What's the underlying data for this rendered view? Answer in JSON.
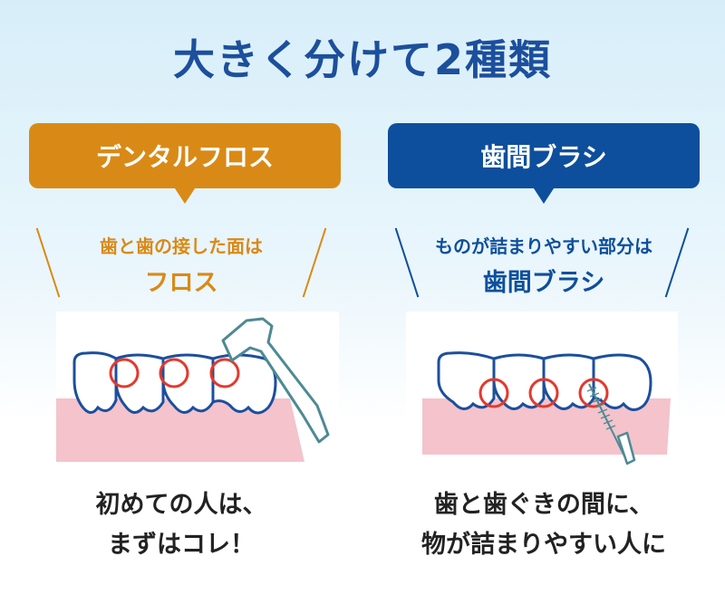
{
  "title": "大きく分けて2種類",
  "left": {
    "label": "デンタルフロス",
    "subtitle_line1": "歯と歯の接した面は",
    "subtitle_line2": "フロス",
    "caption_line1": "初めての人は、",
    "caption_line2": "まずはコレ！",
    "accent_color": "#d98a16"
  },
  "right": {
    "label": "歯間ブラシ",
    "subtitle_line1": "ものが詰まりやすい部分は",
    "subtitle_line2": "歯間ブラシ",
    "caption_line1": "歯と歯ぐきの間に、",
    "caption_line2": "物が詰まりやすい人に",
    "accent_color": "#0d4f9c"
  },
  "colors": {
    "title": "#1c4f9c",
    "gum": "#f4c3cb",
    "tooth_outline": "#1c4f9c",
    "circle": "#e23a2e"
  }
}
